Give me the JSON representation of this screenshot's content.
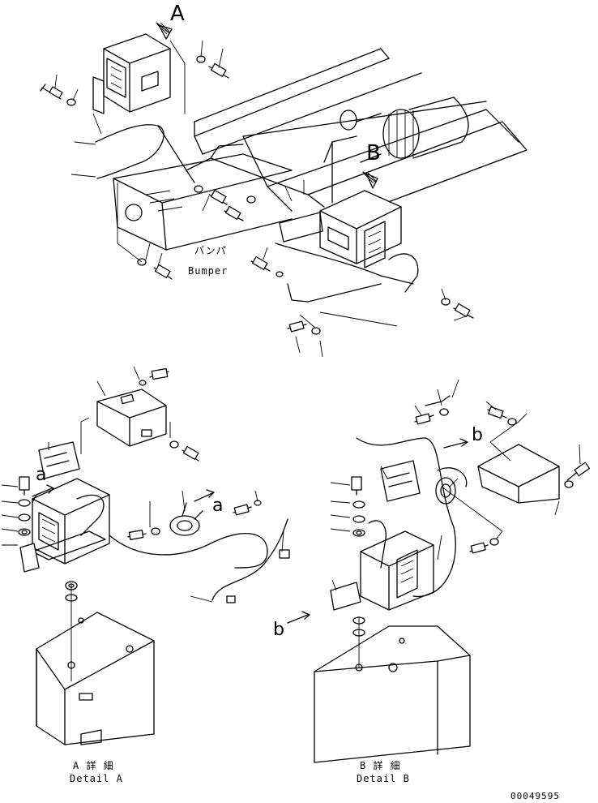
{
  "callouts": {
    "view_a": "A",
    "view_b": "B",
    "ref_a_top": "a",
    "ref_a_side": "a",
    "ref_b_top": "b",
    "ref_b_side": "b"
  },
  "bumper": {
    "jp": "バンパ",
    "en": "Bumper"
  },
  "detail_a": {
    "jp": "A 詳 細",
    "en": "Detail A"
  },
  "detail_b": {
    "jp": "B 詳 細",
    "en": "Detail B"
  },
  "drawing_number": "00049595"
}
